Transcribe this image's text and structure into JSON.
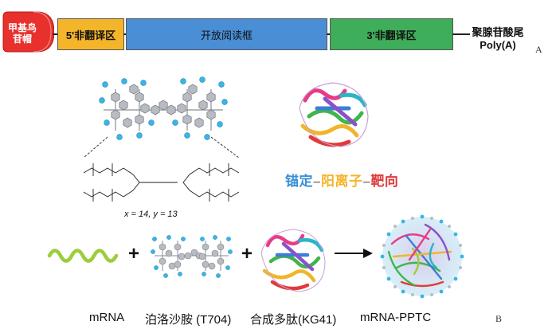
{
  "panel_a": {
    "cap_label": "甲基鸟苷帽",
    "utr5_label": "5'非翻译区",
    "orf_label": "开放阅读框",
    "utr3_label": "3'非翻译区",
    "polya_label_line1": "聚腺苷酸尾",
    "polya_label_line2": "Poly(A)",
    "panel_letter": "A",
    "colors": {
      "cap": "#e8302c",
      "utr5": "#f5b52b",
      "orf": "#4a8fd6",
      "utr3": "#3fae5a"
    }
  },
  "panel_b": {
    "strategy": {
      "part1": "锚定",
      "sep1": "–",
      "part2": "阳离子",
      "sep2": "–",
      "part3": "靶向",
      "colors": {
        "part1": "#3a8fd8",
        "part2": "#f5b52b",
        "part3": "#e03a3a"
      }
    },
    "formula": "x = 14, y = 13",
    "plus1": "+",
    "plus2": "+",
    "labels": {
      "mrna": "mRNA",
      "t704": "泊洛沙胺 (T704)",
      "kg41": "合成多肽(KG41)",
      "pptc": "mRNA-PPTC"
    },
    "panel_letter": "B"
  }
}
